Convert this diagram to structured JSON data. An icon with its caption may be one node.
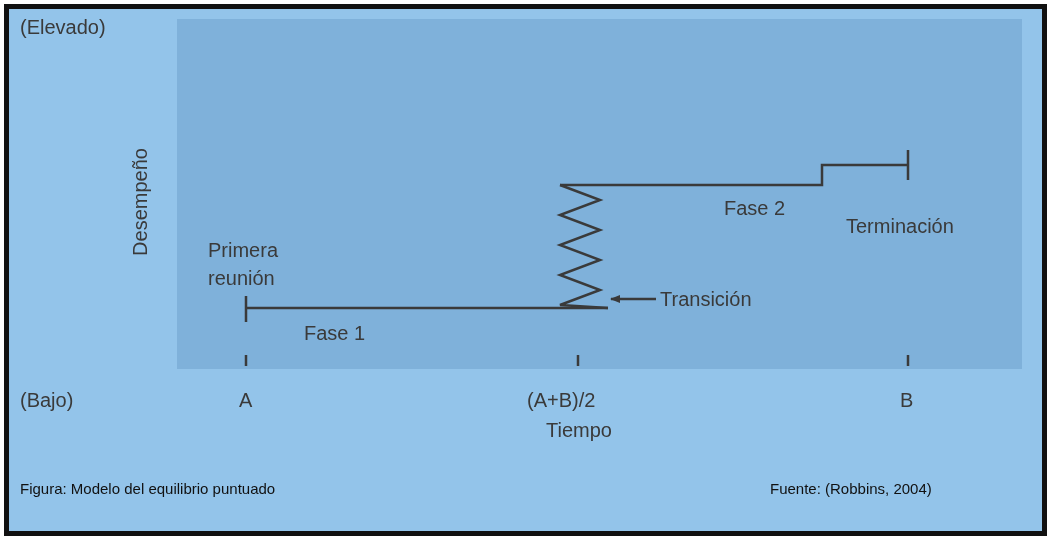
{
  "diagram": {
    "caption": "Figura: Modelo del equilibrio puntuado",
    "nodes": [
      {
        "text": [
          "Transición"
        ]
      },
      {
        "text": [],
        "shape": "zigzag"
      }
    ],
    "edges": [
      {
        "from": 0,
        "to": 1,
        "arrow": "to"
      }
    ],
    "labels": [
      "(Elevado)",
      "Desempeño",
      "Fase 2",
      "Terminación",
      "Primera reunión",
      "Fase 1",
      "(Bajo)",
      "A",
      "(A+B)/2",
      "B",
      "Tiempo",
      "Fuente: (Robbins, 2004)"
    ]
  }
}
